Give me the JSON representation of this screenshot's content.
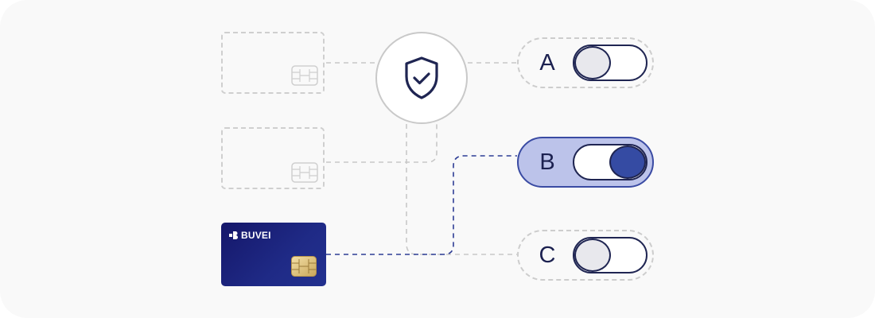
{
  "brand": {
    "name": "BUVEI"
  },
  "options": [
    {
      "label": "A",
      "state": "off"
    },
    {
      "label": "B",
      "state": "on"
    },
    {
      "label": "C",
      "state": "off"
    }
  ],
  "icons": {
    "center": "shield-check-icon",
    "chip": "card-chip-icon",
    "logo": "buvei-logo-mark-icon"
  },
  "colors": {
    "background": "#f9f9f9",
    "card": "#1a1f78",
    "accent": "#354ba3",
    "accent_soft": "#bcc3ea",
    "ink": "#1c2150",
    "dashed": "#cdcdcd"
  }
}
